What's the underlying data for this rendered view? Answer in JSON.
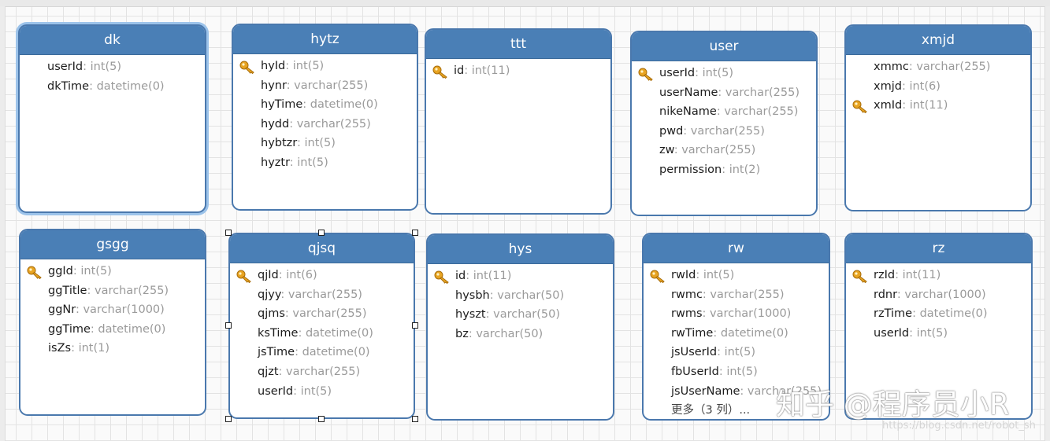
{
  "tables": [
    {
      "name": "dk",
      "fields": [
        {
          "name": "userId",
          "type": "int(5)",
          "key": false
        },
        {
          "name": "dkTime",
          "type": "datetime(0)",
          "key": false
        }
      ]
    },
    {
      "name": "hytz",
      "fields": [
        {
          "name": "hyId",
          "type": "int(5)",
          "key": true
        },
        {
          "name": "hynr",
          "type": "varchar(255)",
          "key": false
        },
        {
          "name": "hyTime",
          "type": "datetime(0)",
          "key": false
        },
        {
          "name": "hydd",
          "type": "varchar(255)",
          "key": false
        },
        {
          "name": "hybtzr",
          "type": "int(5)",
          "key": false
        },
        {
          "name": "hyztr",
          "type": "int(5)",
          "key": false
        }
      ]
    },
    {
      "name": "ttt",
      "fields": [
        {
          "name": "id",
          "type": "int(11)",
          "key": true
        }
      ]
    },
    {
      "name": "user",
      "fields": [
        {
          "name": "userId",
          "type": "int(5)",
          "key": true
        },
        {
          "name": "userName",
          "type": "varchar(255)",
          "key": false
        },
        {
          "name": "nikeName",
          "type": "varchar(255)",
          "key": false
        },
        {
          "name": "pwd",
          "type": "varchar(255)",
          "key": false
        },
        {
          "name": "zw",
          "type": "varchar(255)",
          "key": false
        },
        {
          "name": "permission",
          "type": "int(2)",
          "key": false
        }
      ]
    },
    {
      "name": "xmjd",
      "fields": [
        {
          "name": "xmmc",
          "type": "varchar(255)",
          "key": false
        },
        {
          "name": "xmjd",
          "type": "int(6)",
          "key": false
        },
        {
          "name": "xmId",
          "type": "int(11)",
          "key": true
        }
      ]
    },
    {
      "name": "gsgg",
      "fields": [
        {
          "name": "ggId",
          "type": "int(5)",
          "key": true
        },
        {
          "name": "ggTitle",
          "type": "varchar(255)",
          "key": false
        },
        {
          "name": "ggNr",
          "type": "varchar(1000)",
          "key": false
        },
        {
          "name": "ggTime",
          "type": "datetime(0)",
          "key": false
        },
        {
          "name": "isZs",
          "type": "int(1)",
          "key": false
        }
      ]
    },
    {
      "name": "qjsq",
      "fields": [
        {
          "name": "qjId",
          "type": "int(6)",
          "key": true
        },
        {
          "name": "qjyy",
          "type": "varchar(255)",
          "key": false
        },
        {
          "name": "qjms",
          "type": "varchar(255)",
          "key": false
        },
        {
          "name": "ksTime",
          "type": "datetime(0)",
          "key": false
        },
        {
          "name": "jsTime",
          "type": "datetime(0)",
          "key": false
        },
        {
          "name": "qjzt",
          "type": "varchar(255)",
          "key": false
        },
        {
          "name": "userId",
          "type": "int(5)",
          "key": false
        }
      ]
    },
    {
      "name": "hys",
      "fields": [
        {
          "name": "id",
          "type": "int(11)",
          "key": true
        },
        {
          "name": "hysbh",
          "type": "varchar(50)",
          "key": false
        },
        {
          "name": "hyszt",
          "type": "varchar(50)",
          "key": false
        },
        {
          "name": "bz",
          "type": "varchar(50)",
          "key": false
        }
      ]
    },
    {
      "name": "rw",
      "fields": [
        {
          "name": "rwId",
          "type": "int(5)",
          "key": true
        },
        {
          "name": "rwmc",
          "type": "varchar(255)",
          "key": false
        },
        {
          "name": "rwms",
          "type": "varchar(1000)",
          "key": false
        },
        {
          "name": "rwTime",
          "type": "datetime(0)",
          "key": false
        },
        {
          "name": "jsUserId",
          "type": "int(5)",
          "key": false
        },
        {
          "name": "fbUserId",
          "type": "int(5)",
          "key": false
        },
        {
          "name": "jsUserName",
          "type": "varchar(255)",
          "key": false
        }
      ],
      "more": "更多（3 列）..."
    },
    {
      "name": "rz",
      "fields": [
        {
          "name": "rzId",
          "type": "int(11)",
          "key": true
        },
        {
          "name": "rdnr",
          "type": "varchar(1000)",
          "key": false
        },
        {
          "name": "rzTime",
          "type": "datetime(0)",
          "key": false
        },
        {
          "name": "userId",
          "type": "int(5)",
          "key": false
        }
      ]
    }
  ],
  "watermark": {
    "text": "知乎 @程序员小R",
    "url": "https://blog.csdn.net/robot_sh"
  },
  "colors": {
    "header": "#4a7fb6",
    "border": "#4a78ad",
    "type_text": "#9a9a9a",
    "key_icon": "#e3a020"
  }
}
